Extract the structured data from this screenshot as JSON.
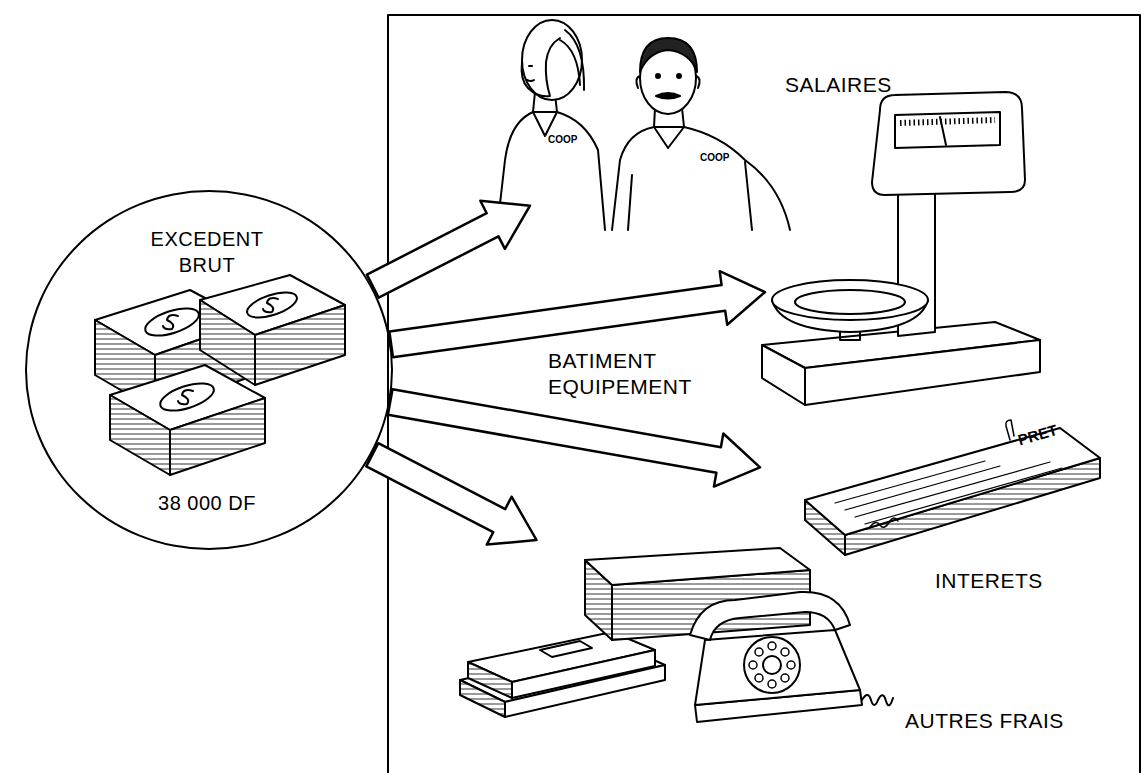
{
  "diagram": {
    "nodes": [
      {
        "text": [
          "EXCEDENT BRUT",
          "38 000 DF"
        ]
      },
      {
        "text": [
          "SALAIRES"
        ]
      },
      {
        "text": [
          "BATIMENT EQUIPEMENT"
        ]
      },
      {
        "text": [
          "INTERETS"
        ]
      },
      {
        "text": [
          "AUTRES FRAIS"
        ]
      }
    ],
    "edges": [
      {
        "from": 0,
        "to": 1,
        "arrow": "to"
      },
      {
        "from": 0,
        "to": 2,
        "arrow": "to"
      },
      {
        "from": 0,
        "to": 3,
        "arrow": "to"
      },
      {
        "from": 0,
        "to": 4,
        "arrow": "to"
      }
    ],
    "labels": [
      "COOP",
      "COOP",
      "PRET"
    ]
  }
}
